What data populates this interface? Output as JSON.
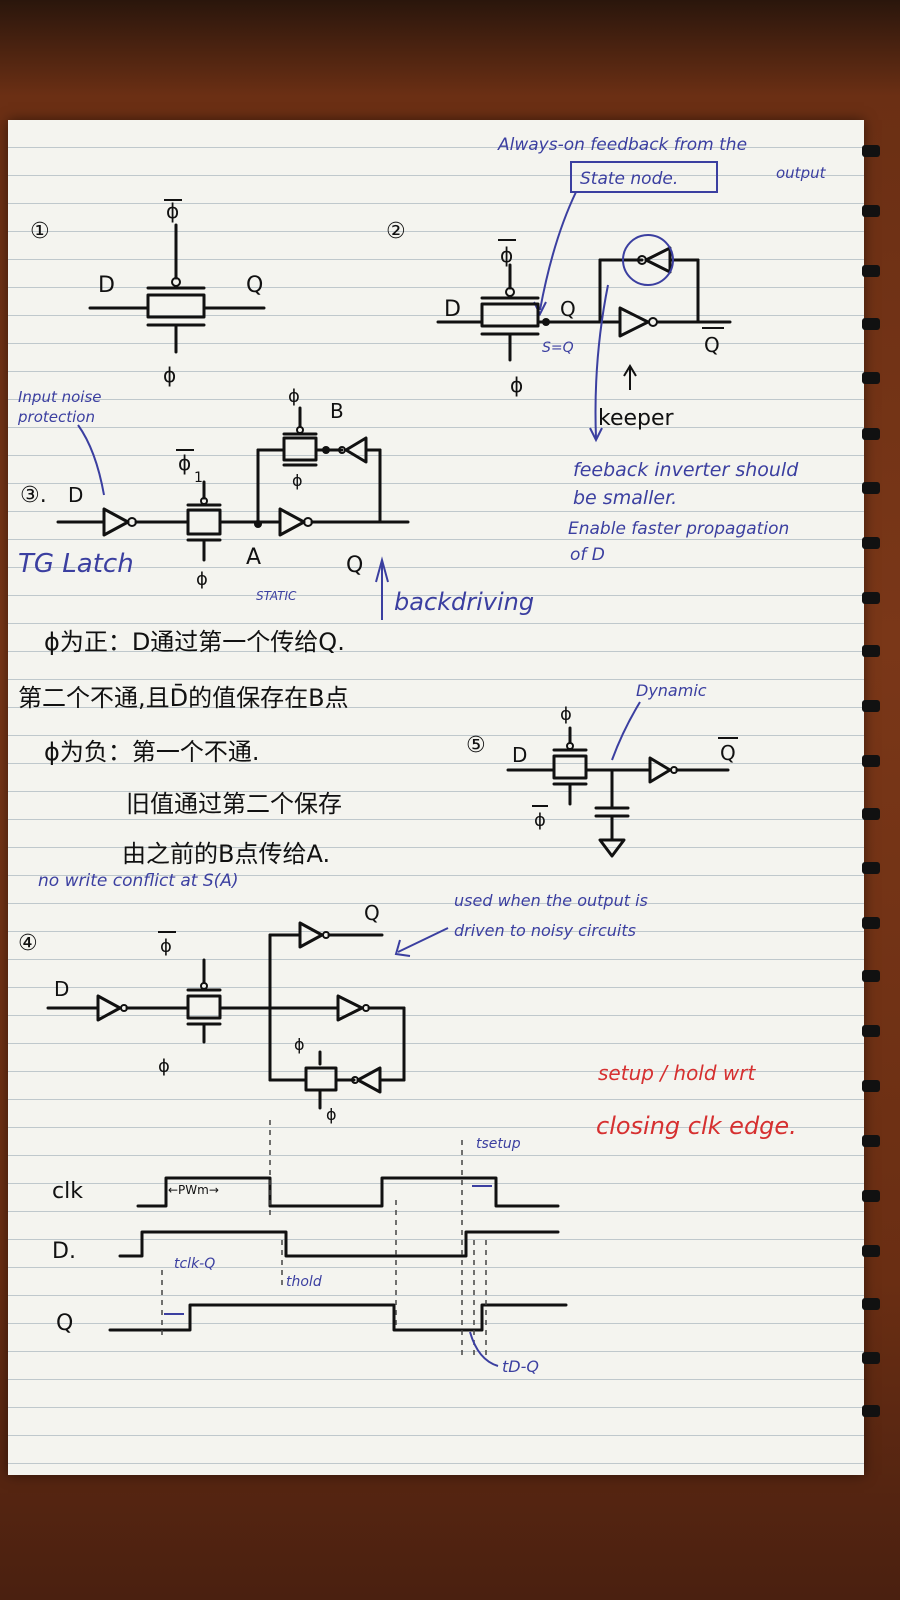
{
  "labels": {
    "n1": "①",
    "n2": "②",
    "n3": "③.",
    "n4": "④",
    "n5": "⑤",
    "phi": "ϕ",
    "phibar": "ϕ",
    "D": "D",
    "Q": "Q",
    "Qbar": "Q",
    "A": "A",
    "B": "B",
    "D_dot": "D.",
    "s_eq_q": "S=Q"
  },
  "notes_blue": {
    "feedback_top": "Always-on feedback from the",
    "feedback_top2": "output",
    "state_node": "State node.",
    "keeper": "keeper",
    "fb_small1": "feeback inverter should",
    "fb_small2": "be smaller.",
    "fb_small3": "Enable faster propagation",
    "fb_small4": "of D",
    "input_noise1": "Input noise",
    "input_noise2": "protection",
    "tg_latch": "TG Latch",
    "static": "STATIC",
    "backdriving": "backdriving",
    "dynamic": "Dynamic",
    "no_write": "no write conflict at S(A)",
    "used_when1": "used when the output is",
    "used_when2": "driven to noisy circuits"
  },
  "notes_cn": {
    "line1": "ϕ为正：D通过第一个传给Q.",
    "line2": "第二个不通,且D̄的值保存在B点",
    "line3": "ϕ为负：第一个不通.",
    "line4": "旧值通过第二个保存",
    "line5": "由之前的B点传给A."
  },
  "notes_red": {
    "line1": "setup / hold wrt",
    "line2": "closing clk edge."
  },
  "timing": {
    "clk": "clk",
    "d": "D.",
    "q": "Q",
    "pw": "←PWm→",
    "tsetup": "tsetup",
    "thold": "thold",
    "tclk_q": "tclk-Q",
    "td_q": "tD-Q"
  },
  "colors": {
    "ink": "#111111",
    "blue_ink": "#3b3fa0",
    "red_ink": "#d63030",
    "paper": "#f4f4ef"
  }
}
